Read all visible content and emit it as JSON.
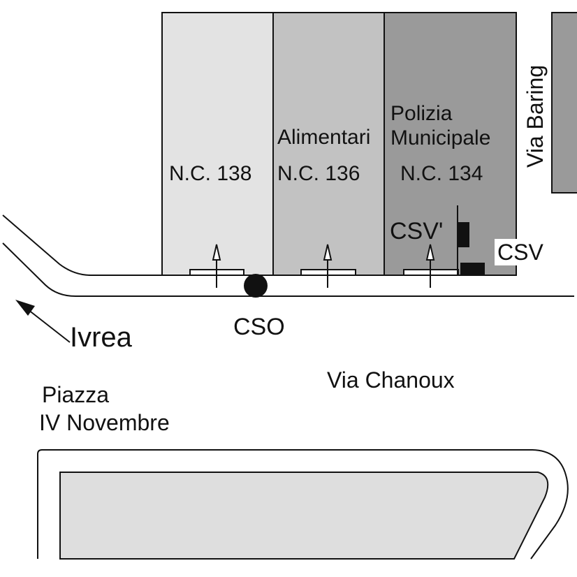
{
  "colors": {
    "background": "#ffffff",
    "outline": "#111111",
    "building_138": "#e3e3e3",
    "building_136": "#c2c2c2",
    "building_134": "#9a9a9a",
    "via_baring_block": "#9a9a9a",
    "block_south": "#dedede",
    "marker": "#111111"
  },
  "buildings": [
    {
      "number_label": "N.C. 138",
      "name": ""
    },
    {
      "number_label": "N.C. 136",
      "name": "Alimentari"
    },
    {
      "number_label": "N.C. 134",
      "name_line1": "Polizia",
      "name_line2": "Municipale"
    }
  ],
  "streets": {
    "via_baring": "Via Baring",
    "via_chanoux": "Via Chanoux",
    "direction": "Ivrea",
    "piazza_line1": "Piazza",
    "piazza_line2": "IV Novembre"
  },
  "markers": {
    "cso": "CSO",
    "csv": "CSV",
    "csv_prime": "CSV'"
  },
  "icons": [
    "entrance-arrow-icon",
    "direction-arrow-icon",
    "cso-dot-icon",
    "csv-marker-icon"
  ]
}
